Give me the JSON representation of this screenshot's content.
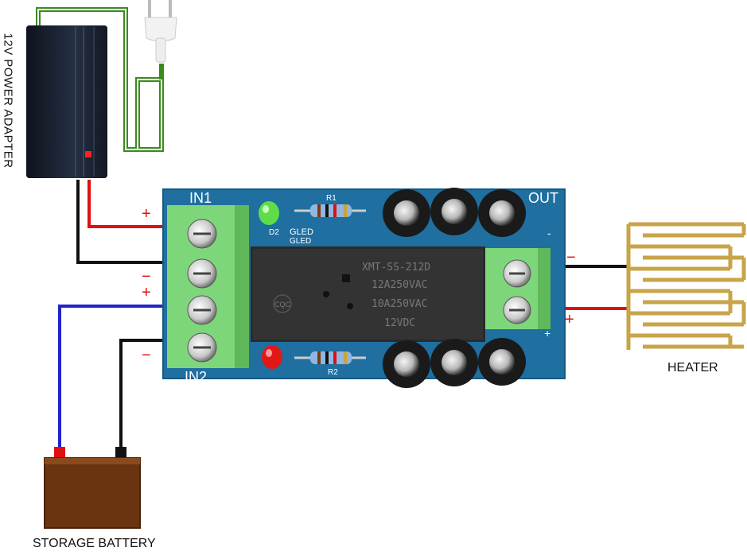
{
  "labels": {
    "power_adapter": "12V POWER ADAPTER",
    "heater": "HEATER",
    "storage_battery": "STORAGE BATTERY"
  },
  "board": {
    "in1": "IN1",
    "in2": "IN2",
    "out": "OUT",
    "r1": "R1",
    "r2": "R2",
    "d2": "D2",
    "gled": "GLED",
    "gled2": "GLED",
    "relay_line1": "XMT-SS-212D",
    "relay_line2": "12A250VAC",
    "relay_line3": "10A250VAC",
    "relay_line4": "12VDC",
    "relay_logo": "CQC"
  },
  "polarity": {
    "in1_plus": "+",
    "in1_minus": "−",
    "in2_plus": "+",
    "in2_minus": "−",
    "out_minus": "−",
    "out_plus": "+",
    "out_minus_board": "-",
    "out_plus_board": "+",
    "in_minus_board": "-"
  },
  "colors": {
    "wire_red": "#e01010",
    "wire_black": "#111111",
    "wire_blue": "#2222cc",
    "wire_green": "#3a8a1c",
    "pcb": "#1f6fa0",
    "terminal": "#7ed67a",
    "relay": "#2a2a2a",
    "battery": "#6b3410",
    "heater_trace": "#c8a44a"
  }
}
